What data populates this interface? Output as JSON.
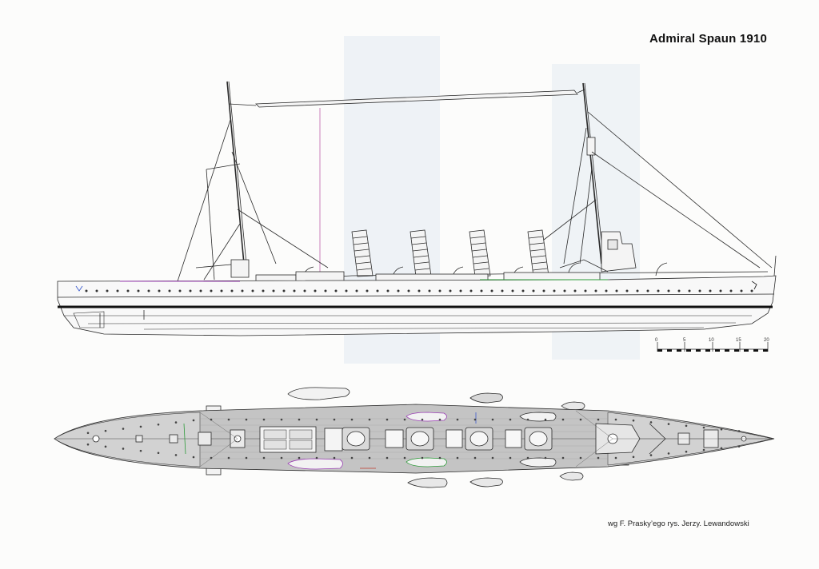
{
  "title": "Admiral Spaun 1910",
  "credit": "wg F. Prasky’ego rys. Jerzy. Lewandowski",
  "scale_bar": {
    "labels": [
      "0",
      "5",
      "10",
      "15",
      "20"
    ]
  },
  "colors": {
    "line": "#2a2a2a",
    "deck_fill": "#bdbdbd",
    "hull_fill": "#f4f4f4",
    "waterline": "#111111",
    "accent_green": "#2e9b3a",
    "accent_purple": "#9b3fb5",
    "accent_red": "#c0392b",
    "accent_blue": "#3c5ccf"
  }
}
